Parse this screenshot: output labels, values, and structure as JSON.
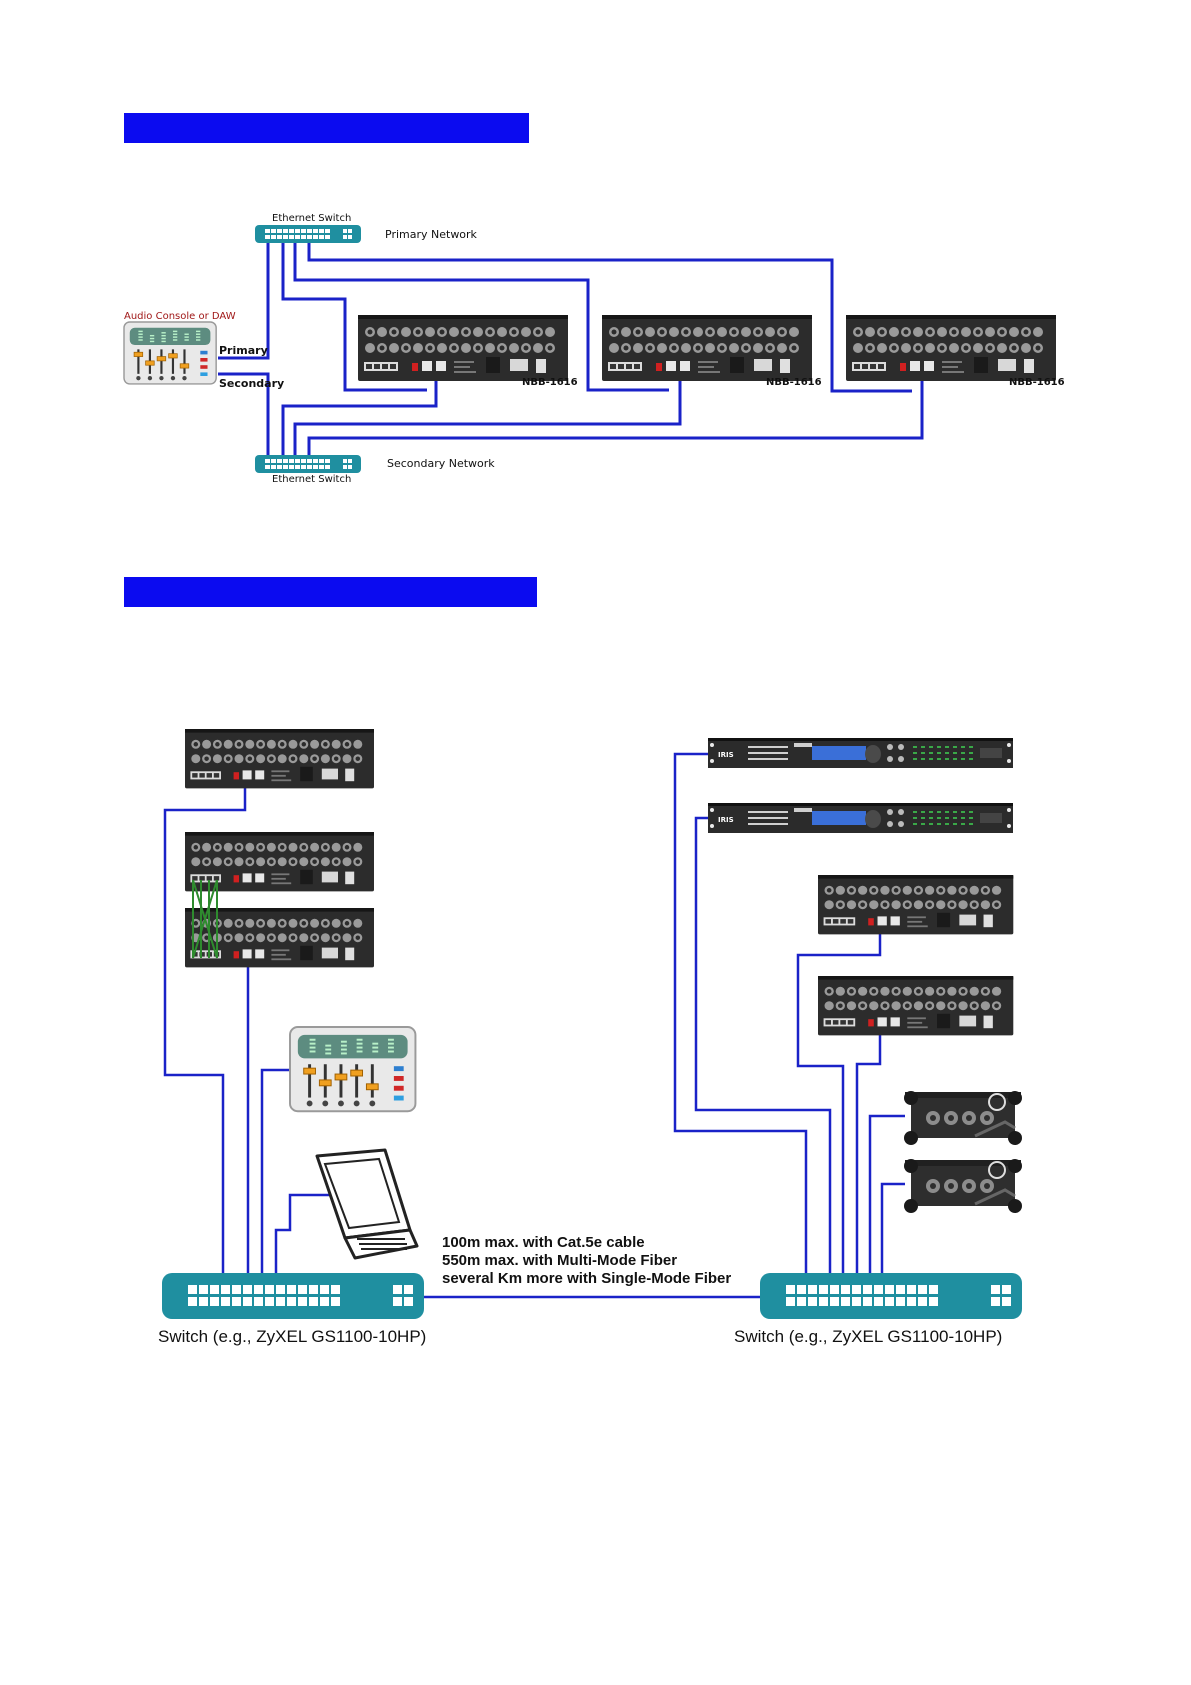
{
  "top_diagram": {
    "primary_switch_label": "Ethernet Switch",
    "secondary_switch_label": "Ethernet Switch",
    "primary_network_label": "Primary Network",
    "secondary_network_label": "Secondary Network",
    "console_label": "Audio Console or DAW",
    "primary_port_label": "Primary",
    "secondary_port_label": "Secondary",
    "devices": [
      "NBB-1616",
      "NBB-1616",
      "NBB-1616"
    ]
  },
  "bottom_diagram": {
    "left_switch_label": "Switch (e.g., ZyXEL GS1100-10HP)",
    "right_switch_label": "Switch (e.g., ZyXEL GS1100-10HP)",
    "link_notes": [
      "100m max. with Cat.5e cable",
      "550m max. with Multi-Mode Fiber",
      "several Km more with Single-Mode Fiber"
    ]
  },
  "colors": {
    "heading_bar": "#0b0bf0",
    "cable": "#1a22c8",
    "switch": "#1f8fa0",
    "device": "#2c2c2c",
    "cascade_cable": "#2e8b2e"
  }
}
